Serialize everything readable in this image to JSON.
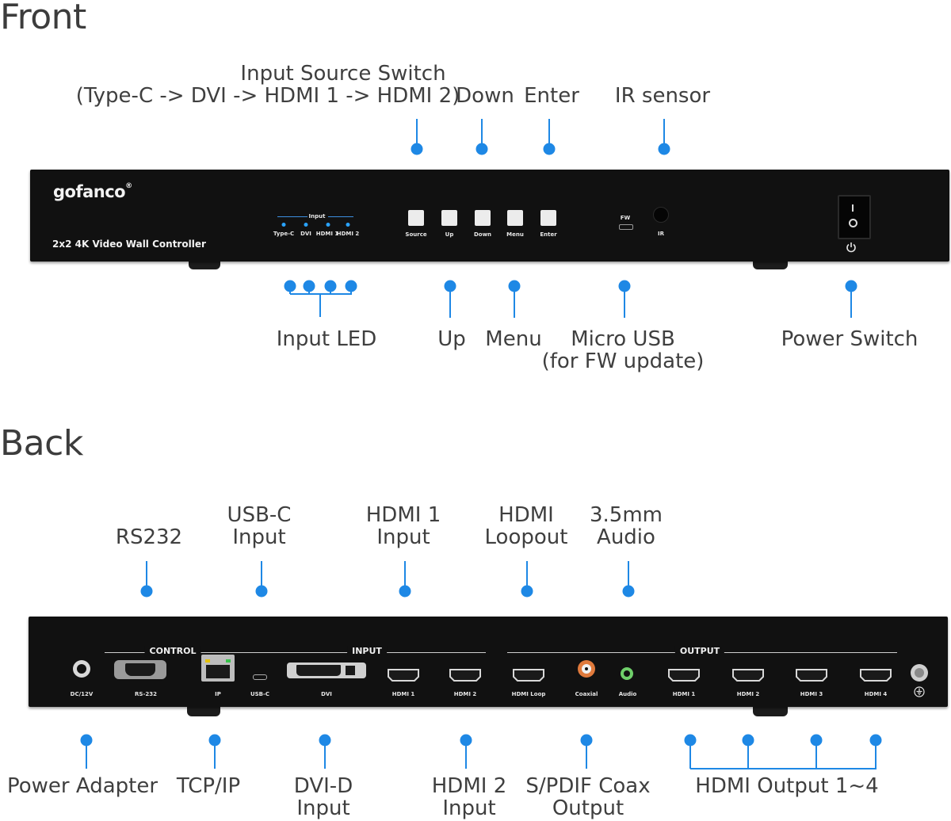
{
  "front": {
    "title": "Front",
    "brand": "gofanco",
    "brand_mark": "®",
    "model": "2x2 4K Video Wall Controller",
    "panel": {
      "input_header": "Input",
      "led_labels": [
        "Type-C",
        "DVI",
        "HDMI 1",
        "HDMI 2"
      ],
      "button_labels": [
        "Source",
        "Up",
        "Down",
        "Menu",
        "Enter"
      ],
      "fw_label": "FW",
      "ir_label": "IR"
    },
    "callouts_top": {
      "source_switch": [
        "Input Source Switch",
        "(Type-C -> DVI -> HDMI 1 -> HDMI 2)"
      ],
      "down": "Down",
      "enter": "Enter",
      "ir_sensor": "IR sensor"
    },
    "callouts_bottom": {
      "input_led": "Input LED",
      "up": "Up",
      "menu": "Menu",
      "micro_usb": [
        "Micro USB",
        "(for FW update)"
      ],
      "power_switch": "Power Switch"
    }
  },
  "back": {
    "title": "Back",
    "panel": {
      "group_control": "CONTROL",
      "group_input": "INPUT",
      "group_output": "OUTPUT",
      "port_labels": {
        "dc": "DC/12V",
        "rs232": "RS-232",
        "ip": "IP",
        "usbc": "USB-C",
        "dvi": "DVI",
        "hdmi1_in": "HDMI 1",
        "hdmi2_in": "HDMI 2",
        "hdmi_loop": "HDMI Loop",
        "coaxial": "Coaxial",
        "audio": "Audio",
        "out1": "HDMI 1",
        "out2": "HDMI 2",
        "out3": "HDMI 3",
        "out4": "HDMI 4"
      }
    },
    "callouts_top": {
      "rs232": "RS232",
      "usbc": [
        "USB-C",
        "Input"
      ],
      "hdmi1": [
        "HDMI 1",
        "Input"
      ],
      "hdmi_loopout": [
        "HDMI",
        "Loopout"
      ],
      "audio": [
        "3.5mm",
        "Audio"
      ]
    },
    "callouts_bottom": {
      "power_adapter": "Power Adapter",
      "tcpip": "TCP/IP",
      "dvid": [
        "DVI-D",
        "Input"
      ],
      "hdmi2": [
        "HDMI 2",
        "Input"
      ],
      "spdif": [
        "S/PDIF Coax",
        "Output"
      ],
      "hdmi_output": "HDMI Output 1~4"
    }
  },
  "colors": {
    "accent": "#1e88e5",
    "device": "#111111"
  },
  "icons": [
    "power-icon",
    "ground-icon"
  ]
}
